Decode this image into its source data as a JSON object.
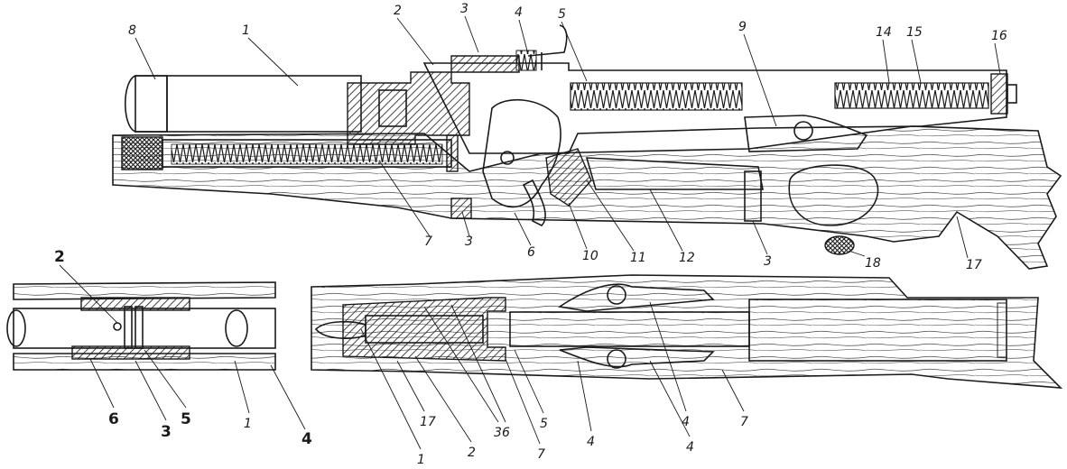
{
  "views": {
    "side": {
      "labels": [
        "1",
        "2",
        "3",
        "4",
        "5",
        "8",
        "9",
        "14",
        "15",
        "16",
        "7",
        "3",
        "6",
        "10",
        "11",
        "12",
        "3",
        "18",
        "17"
      ]
    },
    "cross_section": {
      "labels": [
        "2",
        "6",
        "3",
        "5",
        "1",
        "4"
      ]
    },
    "top": {
      "labels": [
        "4",
        "4",
        "7",
        "1",
        "17",
        "2",
        "3",
        "6",
        "7",
        "5",
        "4"
      ]
    }
  }
}
